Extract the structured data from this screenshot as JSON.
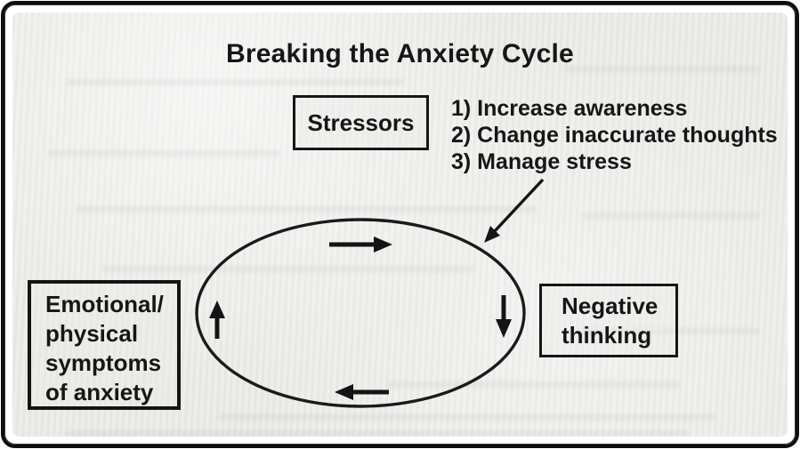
{
  "title": "Breaking the Anxiety Cycle",
  "colors": {
    "ink": "#161616",
    "paper": "#ebebe8",
    "frame": "#0e0e0e"
  },
  "stressors_box": {
    "label": "Stressors"
  },
  "steps": {
    "items": [
      "1) Increase awareness",
      "2) Change inaccurate thoughts",
      "3) Manage stress"
    ]
  },
  "left_box": {
    "lines": [
      "Emotional/",
      "physical",
      "symptoms",
      "of anxiety"
    ]
  },
  "right_box": {
    "lines": [
      "Negative",
      "thinking"
    ]
  },
  "cycle": {
    "shape": "ellipse",
    "direction": "clockwise",
    "arrow_icons": [
      "right-arrow-icon",
      "down-arrow-icon",
      "left-arrow-icon",
      "up-arrow-icon"
    ],
    "pointer_icon": "diagonal-arrow-icon"
  }
}
